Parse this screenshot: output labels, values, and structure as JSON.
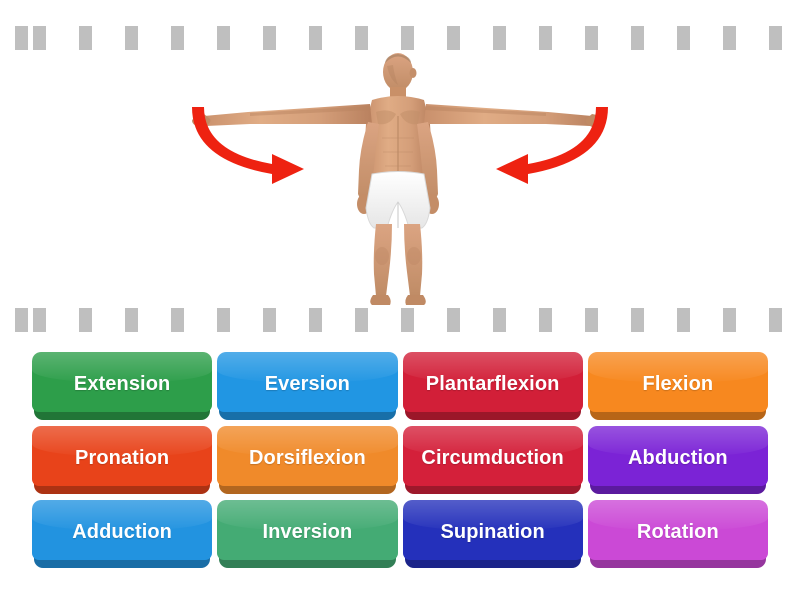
{
  "page": {
    "background_color": "#ffffff",
    "separator_color": "#bfbfbf"
  },
  "illustration": {
    "alt_name": "anatomical-figure-adduction-diagram",
    "description": "Anatomical male figure standing in T-pose with arms abducted horizontally, two curved red arrows sweeping inward toward the body indicating adduction",
    "skin_color": "#d9a07a",
    "shorts_color": "#fefefe",
    "arrow_color": "#ee2211",
    "arrows": [
      {
        "name": "left-curved-arrow",
        "direction": "inward-right"
      },
      {
        "name": "right-curved-arrow",
        "direction": "inward-left"
      }
    ]
  },
  "tiles": {
    "rows": [
      [
        {
          "label": "Extension",
          "color": "#2d9e4a"
        },
        {
          "label": "Eversion",
          "color": "#2196e3"
        },
        {
          "label": "Plantarflexion",
          "color": "#d21f38"
        },
        {
          "label": "Flexion",
          "color": "#f7881f"
        }
      ],
      [
        {
          "label": "Pronation",
          "color": "#e8431a"
        },
        {
          "label": "Dorsiflexion",
          "color": "#f08a2a"
        },
        {
          "label": "Circumduction",
          "color": "#d4203a"
        },
        {
          "label": "Abduction",
          "color": "#7b23d6"
        }
      ],
      [
        {
          "label": "Adduction",
          "color": "#2293e0"
        },
        {
          "label": "Inversion",
          "color": "#44ab74"
        },
        {
          "label": "Supination",
          "color": "#2430bb"
        },
        {
          "label": "Rotation",
          "color": "#cb49d6"
        }
      ]
    ]
  }
}
